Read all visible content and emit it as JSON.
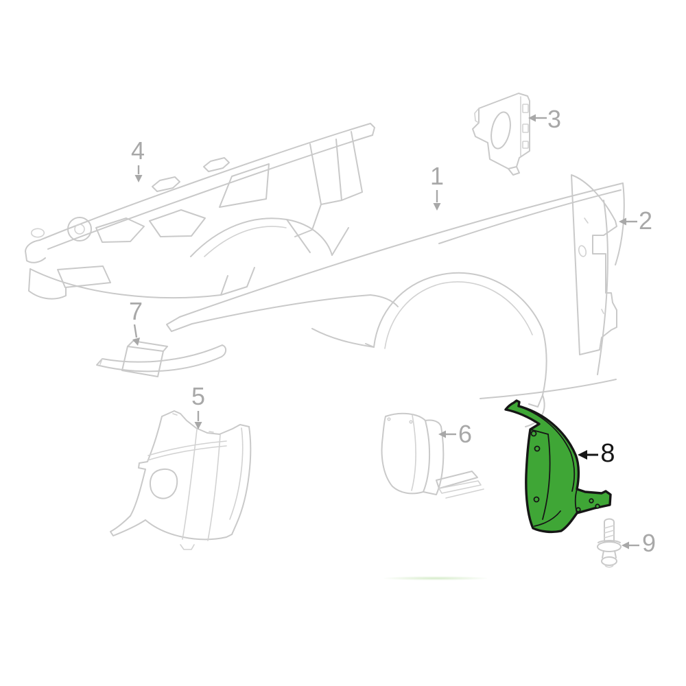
{
  "callouts": {
    "c1": "1",
    "c2": "2",
    "c3": "3",
    "c4": "4",
    "c5": "5",
    "c6": "6",
    "c7": "7",
    "c8": "8",
    "c9": "9"
  },
  "highlight": {
    "part_number": "8",
    "fill": "#3FA636",
    "outline": "#161616"
  },
  "colors": {
    "background": "#ffffff",
    "line_art": "#c9c9c9",
    "callout_gray": "#a8a8a8",
    "callout_black": "#161616"
  }
}
